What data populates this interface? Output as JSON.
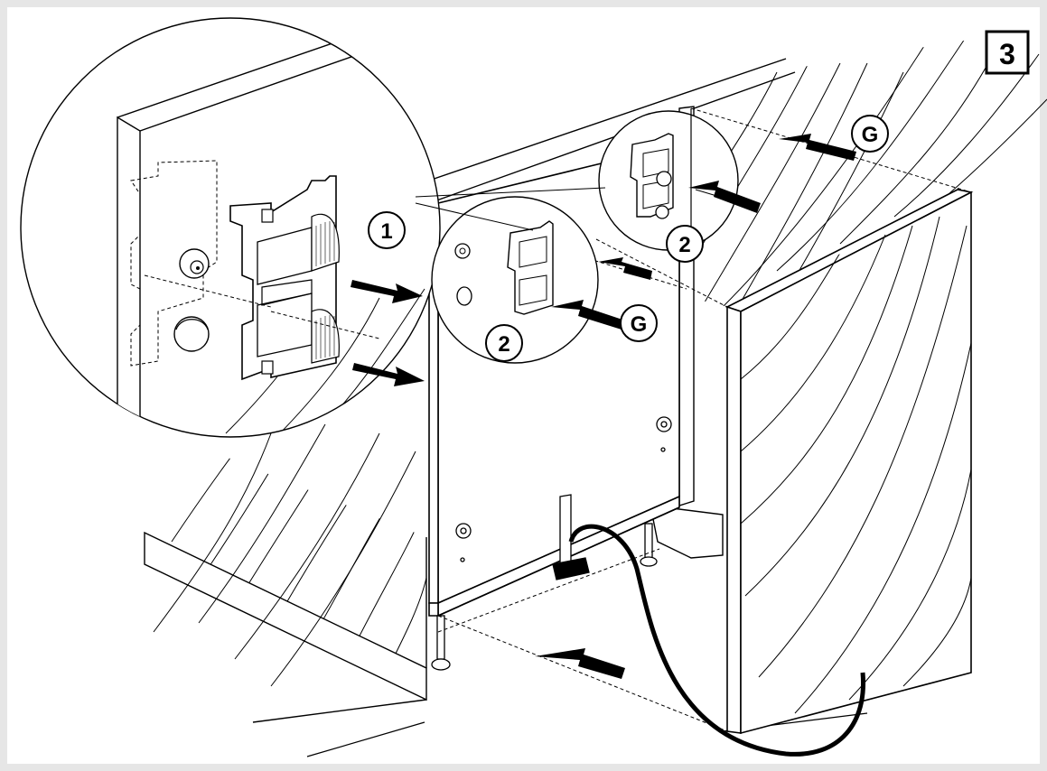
{
  "step_number": "3",
  "callouts": {
    "c1": "1",
    "c2_top": "2",
    "c2_mid": "2",
    "g_top": "G",
    "g_mid": "G"
  },
  "colors": {
    "frame": "#e6e6e6",
    "paper": "#ffffff",
    "ink": "#000000"
  }
}
